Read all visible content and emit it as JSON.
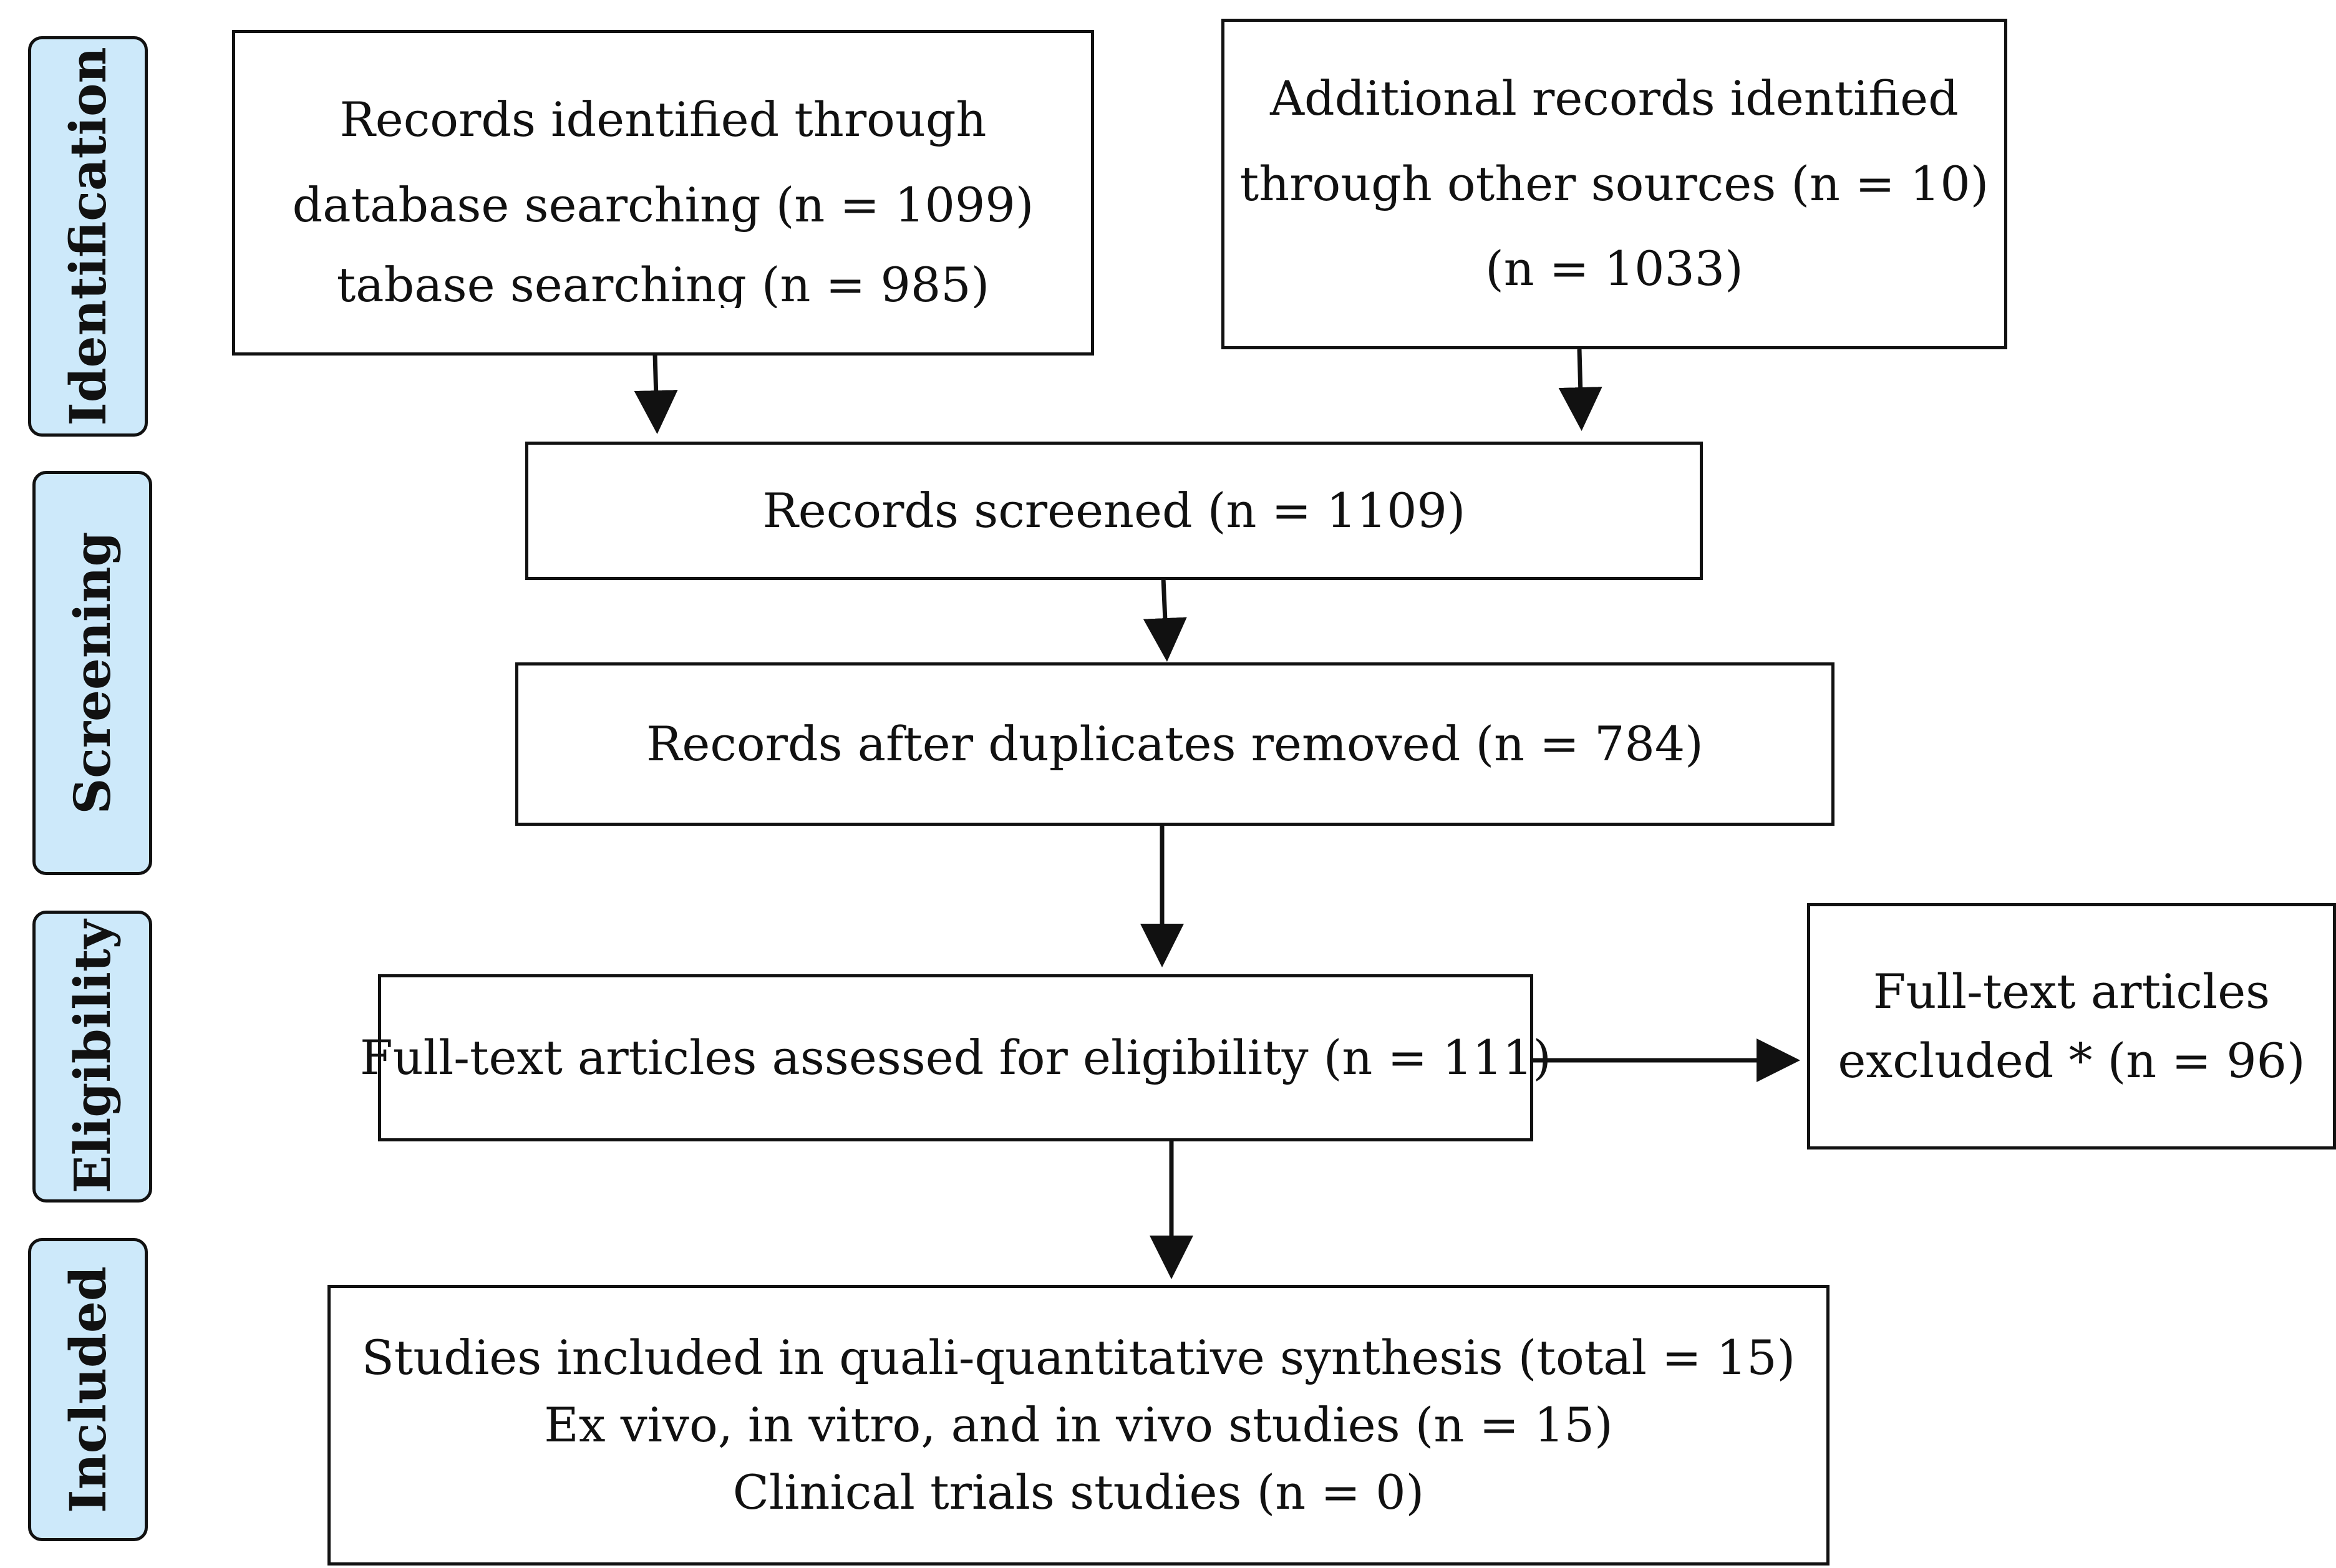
{
  "stages": {
    "identification": "Identification",
    "screening": "Screening",
    "eligibility": "Eligibility",
    "included": "Included"
  },
  "boxes": {
    "database_search": [
      "Records identified through",
      "database searching (n = 1099)",
      "tabase searching (n = 985)"
    ],
    "other_sources": [
      "Additional records identified",
      "through other sources (n = 10)",
      "(n = 1033)"
    ],
    "screened": [
      "Records screened (n = 1109)"
    ],
    "after_duplicates": [
      "Records after duplicates removed (n = 784)"
    ],
    "eligibility_assessed": [
      "Full-text articles assessed for eligibility (n = 111)"
    ],
    "excluded": [
      "Full-text articles",
      "excluded * (n = 96)"
    ],
    "included_studies": [
      "Studies included in quali-quantitative synthesis (total = 15)",
      "Ex vivo, in vitro, and in vivo studies (n = 15)",
      "Clinical trials studies (n = 0)"
    ]
  }
}
